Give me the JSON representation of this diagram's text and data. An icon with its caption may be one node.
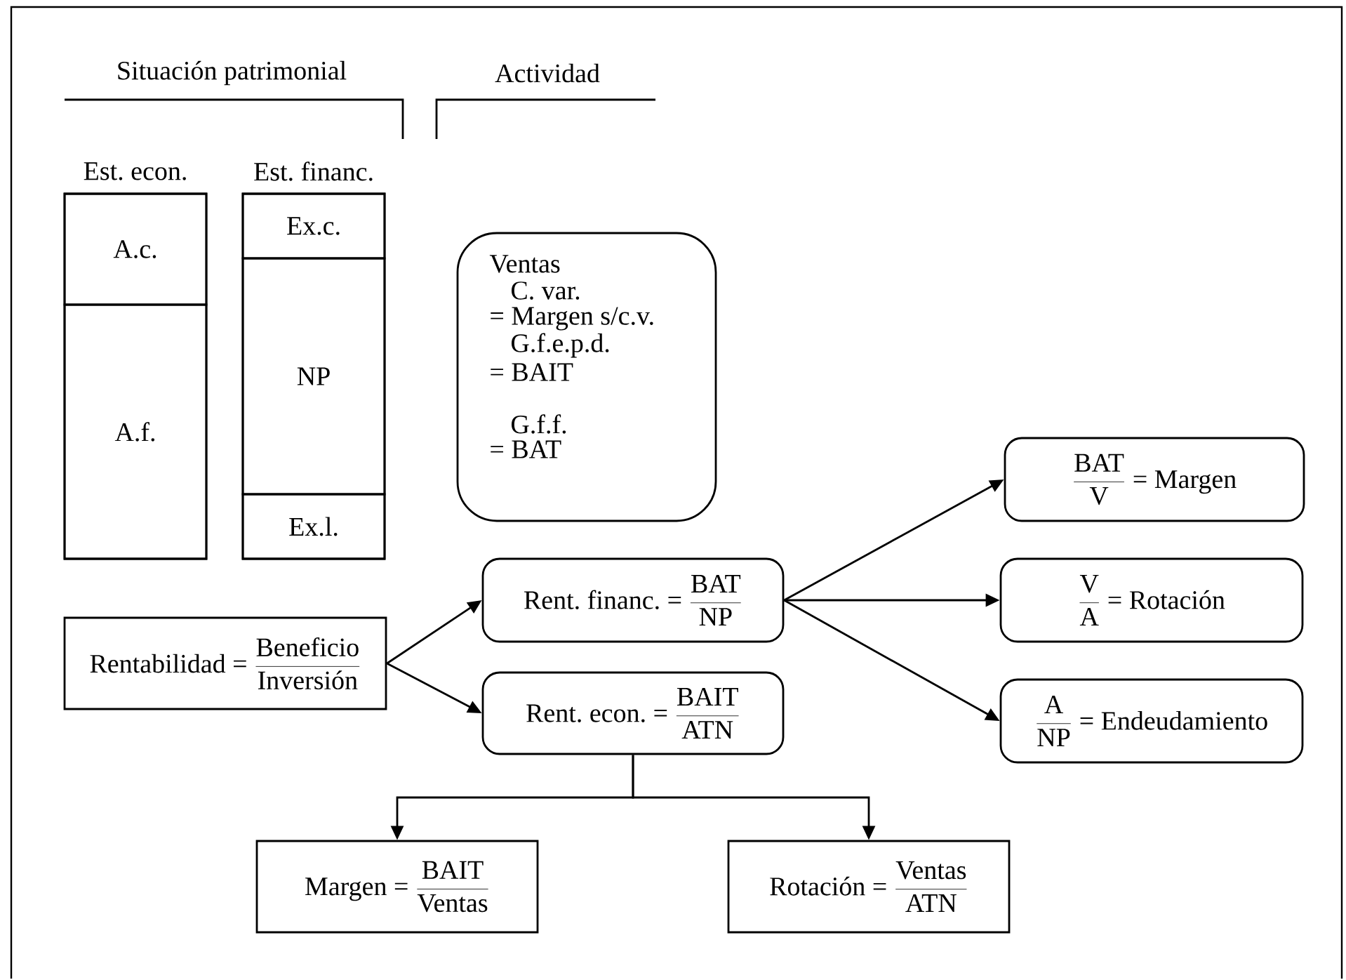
{
  "diagram": {
    "nodes": [
      {
        "text": [
          "Est. econ."
        ]
      },
      {
        "text": [
          "A.c."
        ],
        "in": 0
      },
      {
        "text": [
          "A.f."
        ],
        "in": 0
      },
      {
        "text": [
          "Est. financ."
        ]
      },
      {
        "text": [
          "Ex.c."
        ],
        "in": 3
      },
      {
        "text": [
          "NP"
        ],
        "in": 3
      },
      {
        "text": [
          "Ex.l."
        ],
        "in": 3
      },
      {
        "text": [
          "Ventas",
          "C. var.",
          "= Margen s/c.v.",
          "G.f.e.p.d.",
          "= BAIT",
          "G.f.f.",
          "= BAT"
        ]
      },
      {
        "text": [
          "Rentabilidad =",
          "Beneficio",
          "Inversión"
        ]
      },
      {
        "text": [
          "Rent. financ. =",
          "BAT",
          "NP"
        ]
      },
      {
        "text": [
          "Rent. econ. =",
          "BAIT",
          "ATN"
        ]
      },
      {
        "text": [
          "BAT",
          "V",
          "= Margen"
        ]
      },
      {
        "text": [
          "V",
          "A",
          "= Rotación"
        ]
      },
      {
        "text": [
          "A",
          "NP",
          "= Endeudamiento"
        ]
      },
      {
        "text": [
          "Margen =",
          "BAIT",
          "Ventas"
        ]
      },
      {
        "text": [
          "Rotación =",
          "Ventas",
          "ATN"
        ]
      }
    ],
    "edges": [
      {
        "from": 8,
        "to": 9,
        "arrow": "to"
      },
      {
        "from": 8,
        "to": 10,
        "arrow": "to"
      },
      {
        "from": 9,
        "to": 11,
        "arrow": "to"
      },
      {
        "from": 9,
        "to": 12,
        "arrow": "to"
      },
      {
        "from": 9,
        "to": 13,
        "arrow": "to"
      },
      {
        "from": 10,
        "to": 14,
        "arrow": "to"
      },
      {
        "from": 10,
        "to": 15,
        "arrow": "to"
      }
    ],
    "labels": [
      "Situación patrimonial",
      "Actividad"
    ]
  }
}
